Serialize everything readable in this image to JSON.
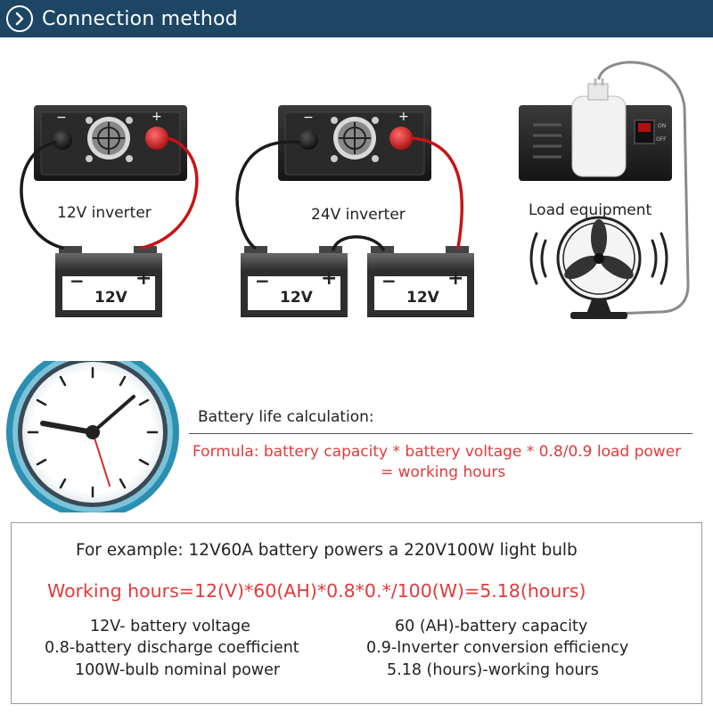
{
  "header": {
    "title": "Connection method",
    "icon": "chevron-right-icon",
    "bg_color": "#1d4564"
  },
  "labels": {
    "inverter_12v": "12V inverter",
    "inverter_24v": "24V inverter",
    "load": "Load equipment",
    "battery_12v": "12V",
    "minus": "−",
    "plus": "+"
  },
  "calculation": {
    "title": "Battery life calculation:",
    "formula_line1": "Formula: battery capacity * battery voltage * 0.8/0.9 load power",
    "formula_line2": "= working hours",
    "formula_color": "#e23a3a"
  },
  "example": {
    "title": "For example: 12V60A battery powers a 220V100W light bulb",
    "equation": "Working hours=12(V)*60(AH)*0.8*0.*/100(W)=5.18(hours)",
    "definitions": [
      "12V- battery voltage",
      "60 (AH)-battery capacity",
      "0.8-battery discharge coefficient",
      "0.9-Inverter conversion efficiency",
      "100W-bulb nominal power",
      "5.18 (hours)-working hours"
    ]
  },
  "clock": {
    "time": "9:05"
  },
  "icons": [
    "chevron-right-icon",
    "inverter-icon",
    "battery-icon",
    "fan-icon",
    "clock-icon",
    "power-outlet-icon",
    "sound-wave-icon"
  ]
}
